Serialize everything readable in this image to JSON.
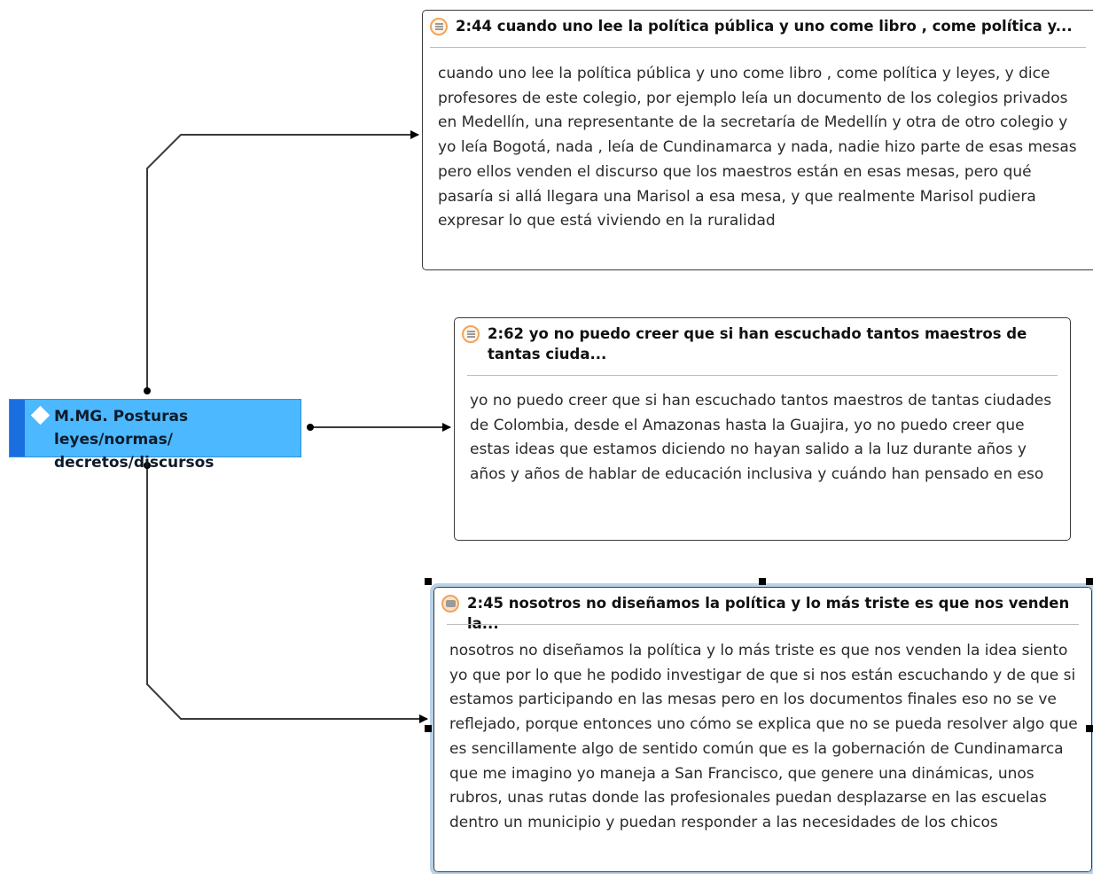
{
  "code_node": {
    "label": "M.MG. Posturas leyes/normas/ decretos/discursos",
    "icon": "code-diamond-icon",
    "color": "#4cb8ff"
  },
  "quotes": [
    {
      "id": "2:44",
      "title": "2:44 cuando uno lee la política pública y uno come libro , come política y...",
      "icon": "quotation-text-icon",
      "body": "cuando uno lee la política pública y uno come libro , come política y leyes, y dice profesores de este colegio, por ejemplo leía un documento de los colegios privados en Medellín, una representante de la secretaría de Medellín y otra de otro colegio y yo leía Bogotá, nada , leía de  Cundinamarca y nada, nadie hizo parte de esas mesas pero ellos venden el discurso que los maestros están en esas mesas, pero qué pasaría si allá llegara una Marisol a esa mesa, y que realmente Marisol pudiera expresar lo que está viviendo en la ruralidad"
    },
    {
      "id": "2:62",
      "title": "2:62 yo no puedo creer que si han escuchado tantos maestros de tantas ciuda...",
      "icon": "quotation-text-icon",
      "body": "yo no puedo creer que si han escuchado tantos maestros de tantas ciudades de Colombia, desde el Amazonas hasta la Guajira, yo no puedo creer que estas ideas que estamos diciendo no hayan salido a la luz durante años y años y años de hablar de educación inclusiva y cuándo han pensado en eso"
    },
    {
      "id": "2:45",
      "title": "2:45 nosotros no diseñamos la política y lo más triste es que nos venden la...",
      "icon": "quotation-comment-icon",
      "body": "nosotros no diseñamos la política y lo más triste es que nos venden la idea siento yo que por lo que he podido investigar de que si nos están escuchando y de que si estamos participando en las mesas pero en los documentos finales eso no se ve reflejado, porque entonces uno cómo se explica que no se pueda resolver algo que es sencillamente algo de sentido común que es la gobernación de Cundinamarca que me imagino yo maneja a San Francisco, que genere una dinámicas, unos rubros, unas rutas donde las profesionales puedan desplazarse en las escuelas dentro un municipio y puedan responder a las necesidades de los chicos",
      "selected": true
    }
  ]
}
